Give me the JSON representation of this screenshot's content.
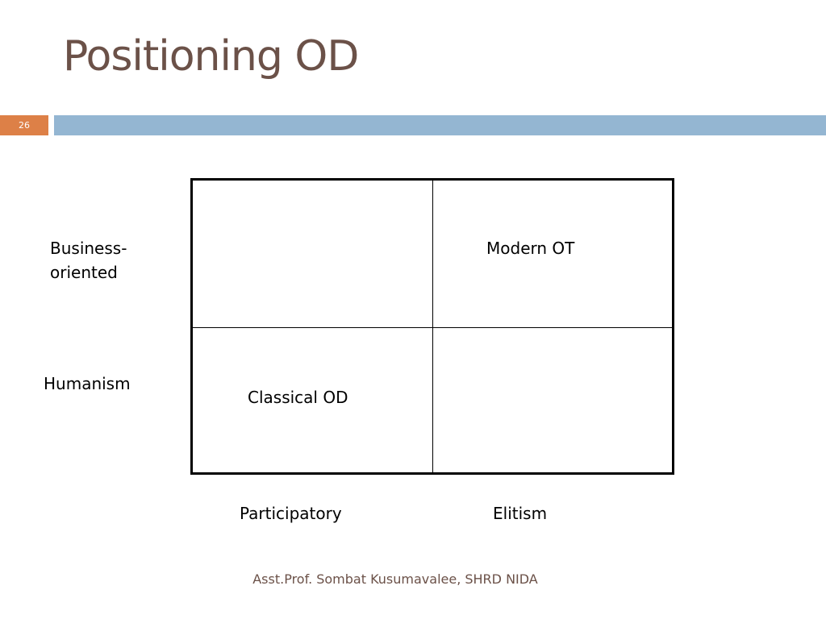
{
  "slide": {
    "title": "Positioning OD",
    "number": "26",
    "footer": "Asst.Prof. Sombat Kusumavalee, SHRD NIDA"
  },
  "matrix": {
    "y_axis": {
      "top_label": "Business-oriented",
      "bottom_label": "Humanism"
    },
    "x_axis": {
      "left_label": "Participatory",
      "right_label": "Elitism"
    },
    "cells": {
      "top_left": "",
      "top_right": "Modern OT",
      "bottom_left": "Classical OD",
      "bottom_right": ""
    }
  },
  "colors": {
    "title": "#6b5148",
    "number_box": "#dd8047",
    "header_bar": "#94b6d2"
  }
}
